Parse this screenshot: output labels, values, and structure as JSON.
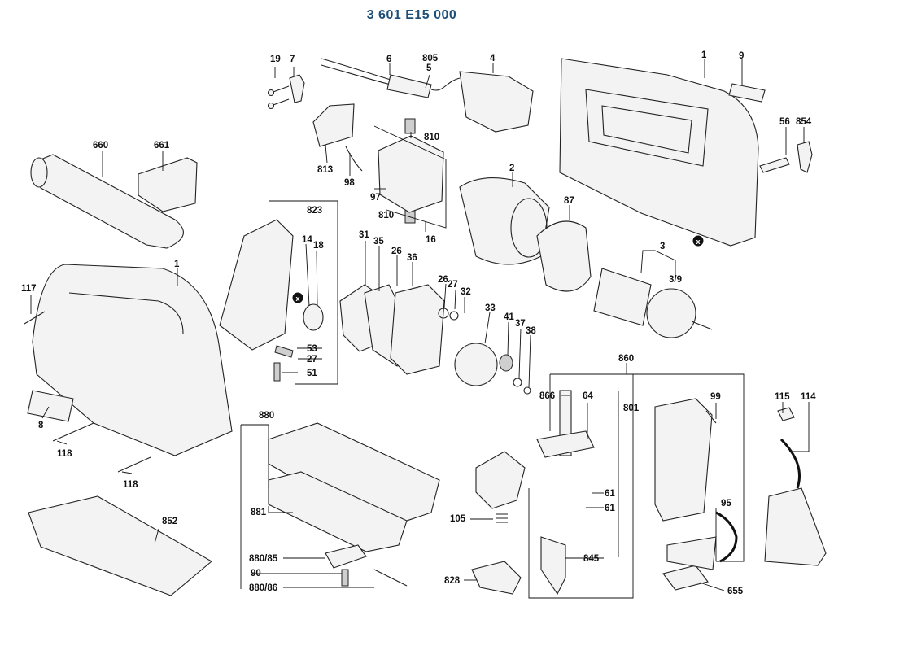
{
  "title": "3 601 E15 000",
  "colors": {
    "title": "#1d4f78",
    "ink": "#111111",
    "part_fill": "#f3f3f3",
    "badge": "#111111"
  },
  "labels": {
    "p19": "19",
    "p7": "7",
    "p6": "6",
    "p805": "805",
    "p5": "5",
    "p4": "4",
    "p1_top": "1",
    "p9": "9",
    "p56": "56",
    "p854": "854",
    "p660": "660",
    "p661": "661",
    "p810_top": "810",
    "p813": "813",
    "p98": "98",
    "p97": "97",
    "p810_bot": "810",
    "p16": "16",
    "p2": "2",
    "p87": "87",
    "p823": "823",
    "p14": "14",
    "p18": "18",
    "p31": "31",
    "p35": "35",
    "p26_a": "26",
    "p36": "36",
    "p3": "3",
    "p3_9": "3/9",
    "p117": "117",
    "p1_left": "1",
    "p26_b": "26",
    "p27_b": "27",
    "p32": "32",
    "p33": "33",
    "p41": "41",
    "p37": "37",
    "p38": "38",
    "p53": "53",
    "p27_a": "27",
    "p51": "51",
    "p860": "860",
    "p866": "866",
    "p64": "64",
    "p801": "801",
    "p99": "99",
    "p115": "115",
    "p114": "114",
    "p8": "8",
    "p118_a": "118",
    "p118_b": "118",
    "p880": "880",
    "p881": "881",
    "p61_a": "61",
    "p61_b": "61",
    "p105": "105",
    "p95": "95",
    "p852": "852",
    "p880_85": "880/85",
    "p845": "845",
    "p90": "90",
    "p828": "828",
    "p880_86": "880/86",
    "p655": "655"
  },
  "badges": {
    "x": "x"
  }
}
